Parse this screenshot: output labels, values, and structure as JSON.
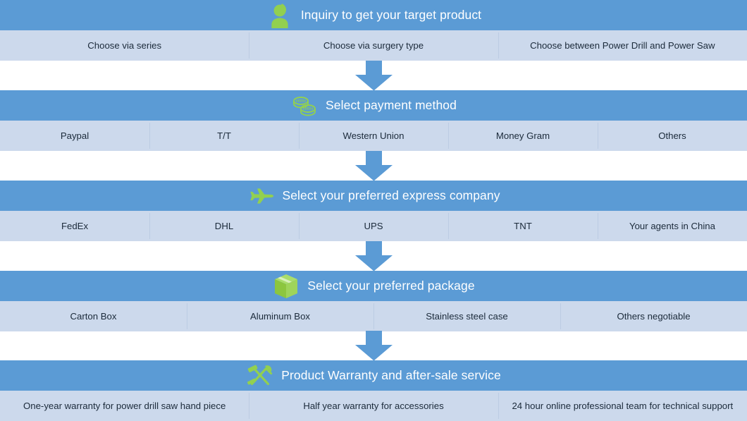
{
  "colors": {
    "header_blue": "#5b9bd5",
    "option_band": "#ccd9ec",
    "icon_green": "#92d050",
    "header_text": "#ffffff",
    "option_text": "#1b2a3a",
    "arrow_blue": "#5b9bd5"
  },
  "sections": [
    {
      "id": "inquiry",
      "icon": "customer-service-person-icon",
      "title": "Inquiry to get your target product",
      "options": [
        "Choose via series",
        "Choose via surgery type",
        "Choose  between Power Drill and Power Saw"
      ]
    },
    {
      "id": "payment",
      "icon": "coins-icon",
      "title": "Select payment method",
      "options": [
        "Paypal",
        "T/T",
        "Western Union",
        "Money Gram",
        "Others"
      ]
    },
    {
      "id": "express",
      "icon": "airplane-icon",
      "title": "Select your preferred express company",
      "options": [
        "FedEx",
        "DHL",
        "UPS",
        "TNT",
        "Your agents in China"
      ]
    },
    {
      "id": "package",
      "icon": "box-package-icon",
      "title": "Select your preferred package",
      "options": [
        "Carton Box",
        "Aluminum Box",
        "Stainless steel case",
        "Others negotiable"
      ]
    },
    {
      "id": "warranty",
      "icon": "hammer-wrench-tools-icon",
      "title": "Product Warranty and after-sale service",
      "options": [
        "One-year warranty for power drill saw hand piece",
        "Half year warranty for accessories",
        "24 hour online professional team for technical support"
      ]
    }
  ],
  "arrows": [
    {
      "direction": "down"
    },
    {
      "direction": "down"
    },
    {
      "direction": "down"
    },
    {
      "direction": "down"
    }
  ]
}
